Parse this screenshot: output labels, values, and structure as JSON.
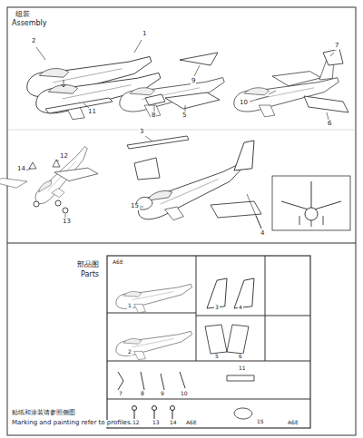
{
  "diagram": {
    "labels": [
      "组装",
      "Assembly",
      "2",
      "1",
      "11",
      "9",
      "8",
      "5",
      "7",
      "10",
      "6",
      "12",
      "14",
      "13",
      "3",
      "15",
      "4",
      "部品图",
      "Parts",
      "A6E",
      "1",
      "2",
      "3",
      "4",
      "5",
      "6",
      "7",
      "8",
      "9",
      "10",
      "11",
      "12",
      "13",
      "14",
      "A6E",
      "15",
      "A6E",
      "贴纸和涂装请参照侧图",
      "Marking and painting refer to profiles."
    ]
  }
}
